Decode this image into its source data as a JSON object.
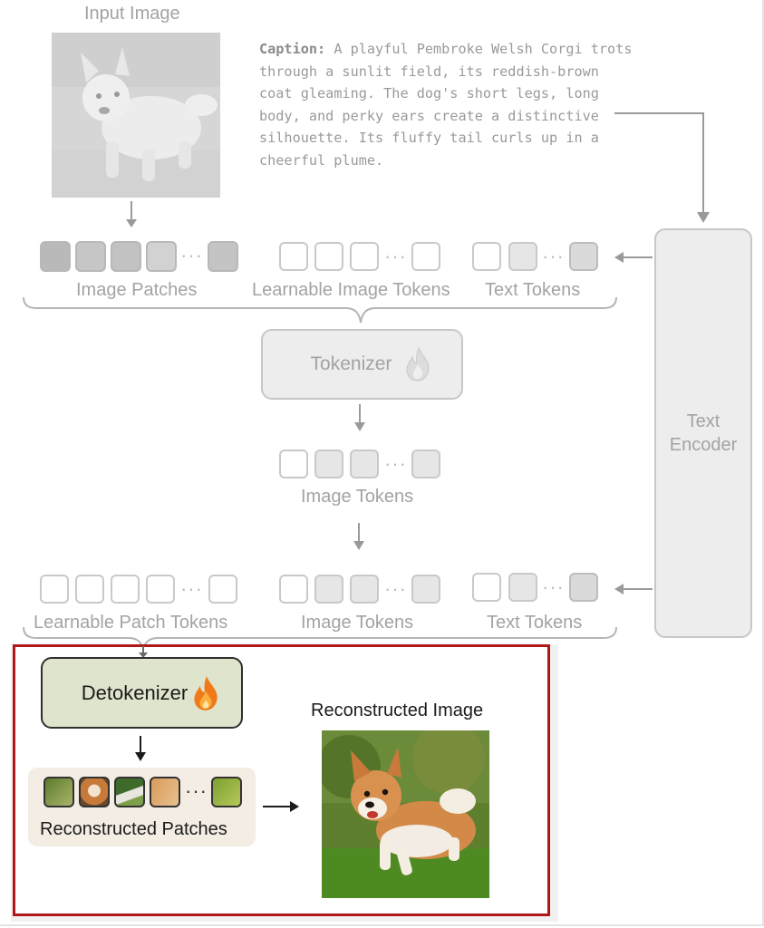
{
  "input_image_label": "Input Image",
  "caption": {
    "prefix": "Caption:",
    "text": "A playful Pembroke Welsh Corgi trots through a sunlit field, its reddish-brown coat gleaming. The dog's short legs, long body, and perky ears create a distinctive silhouette. Its fluffy tail curls up in a cheerful plume."
  },
  "row1": {
    "image_patches": "Image Patches",
    "learnable_image_tokens": "Learnable Image Tokens",
    "text_tokens": "Text Tokens"
  },
  "tokenizer": {
    "label": "Tokenizer",
    "icon": "flame-icon"
  },
  "image_tokens_label": "Image Tokens",
  "row2": {
    "learnable_patch_tokens": "Learnable Patch Tokens",
    "image_tokens": "Image Tokens",
    "text_tokens": "Text Tokens"
  },
  "text_encoder": {
    "line1": "Text",
    "line2": "Encoder"
  },
  "detokenizer": {
    "label": "Detokenizer",
    "icon": "flame-icon"
  },
  "reconstructed_patches_label": "Reconstructed Patches",
  "reconstructed_image_label": "Reconstructed Image",
  "colors": {
    "highlight_border": "#b01717",
    "detokenizer_fill": "#dfe5cc",
    "flame_orange": "#f07a1a",
    "gray_text": "#a3a3a3"
  }
}
